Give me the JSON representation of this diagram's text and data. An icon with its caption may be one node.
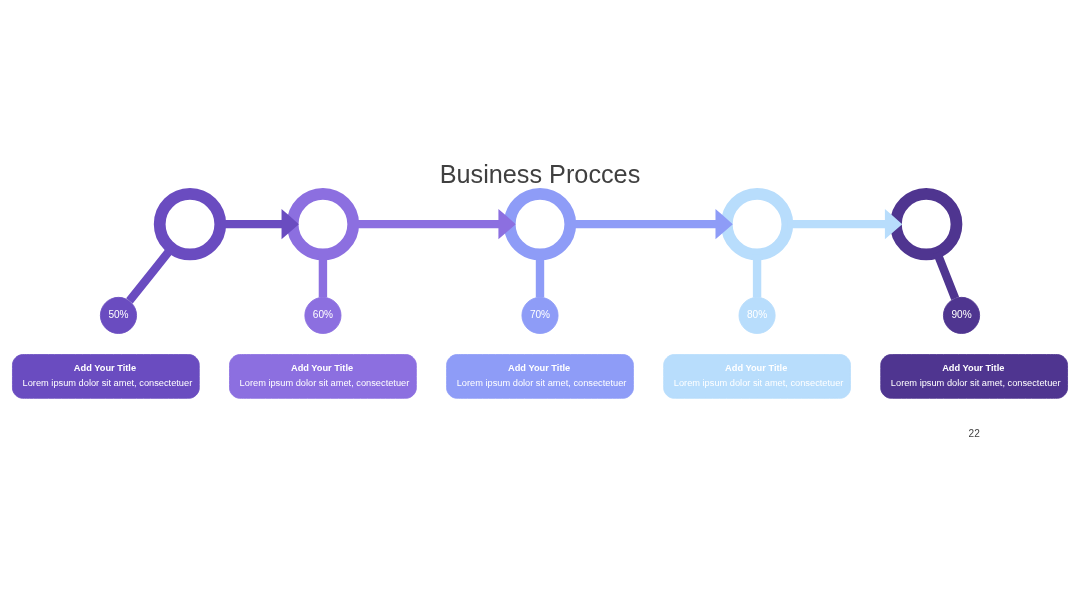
{
  "diagram": {
    "title": "Business Procces",
    "nodes": [
      {
        "text": [],
        "shape": "circle"
      },
      {
        "text": [
          "50%"
        ]
      },
      {
        "text": [
          "Add Your Title",
          "Lorem ipsum dolor sit amet, consectetuer"
        ]
      },
      {
        "text": [],
        "shape": "circle"
      },
      {
        "text": [
          "60%"
        ]
      },
      {
        "text": [
          "Add Your Title",
          "Lorem ipsum dolor sit amet, consectetuer"
        ]
      },
      {
        "text": [],
        "shape": "circle"
      },
      {
        "text": [
          "70%"
        ]
      },
      {
        "text": [
          "Add Your Title",
          "Lorem ipsum dolor sit amet, consectetuer"
        ]
      },
      {
        "text": [],
        "shape": "circle"
      },
      {
        "text": [
          "80%"
        ]
      },
      {
        "text": [
          "Add Your Title",
          "Lorem ipsum dolor sit amet, consectetuer"
        ]
      },
      {
        "text": [],
        "shape": "circle"
      },
      {
        "text": [
          "90%"
        ]
      },
      {
        "text": [
          "Add Your Title",
          "Lorem ipsum dolor sit amet, consectetuer"
        ]
      }
    ],
    "edges": [
      {
        "from": 0,
        "to": 1,
        "arrow": "none",
        "color": "#6a4cc0"
      },
      {
        "from": 0,
        "to": 3,
        "arrow": "to",
        "color": "#6a4cc0"
      },
      {
        "from": 3,
        "to": 4,
        "arrow": "none",
        "color": "#8c6fe0"
      },
      {
        "from": 3,
        "to": 6,
        "arrow": "to",
        "color": "#8c6fe0"
      },
      {
        "from": 6,
        "to": 7,
        "arrow": "none",
        "color": "#8e9cf7"
      },
      {
        "from": 6,
        "to": 9,
        "arrow": "to",
        "color": "#8e9cf7"
      },
      {
        "from": 9,
        "to": 10,
        "arrow": "none",
        "color": "#b8ddfc"
      },
      {
        "from": 9,
        "to": 12,
        "arrow": "to",
        "color": "#b8ddfc"
      },
      {
        "from": 12,
        "to": 13,
        "arrow": "none",
        "color": "#4f3590"
      }
    ],
    "labels": [
      "22"
    ]
  }
}
